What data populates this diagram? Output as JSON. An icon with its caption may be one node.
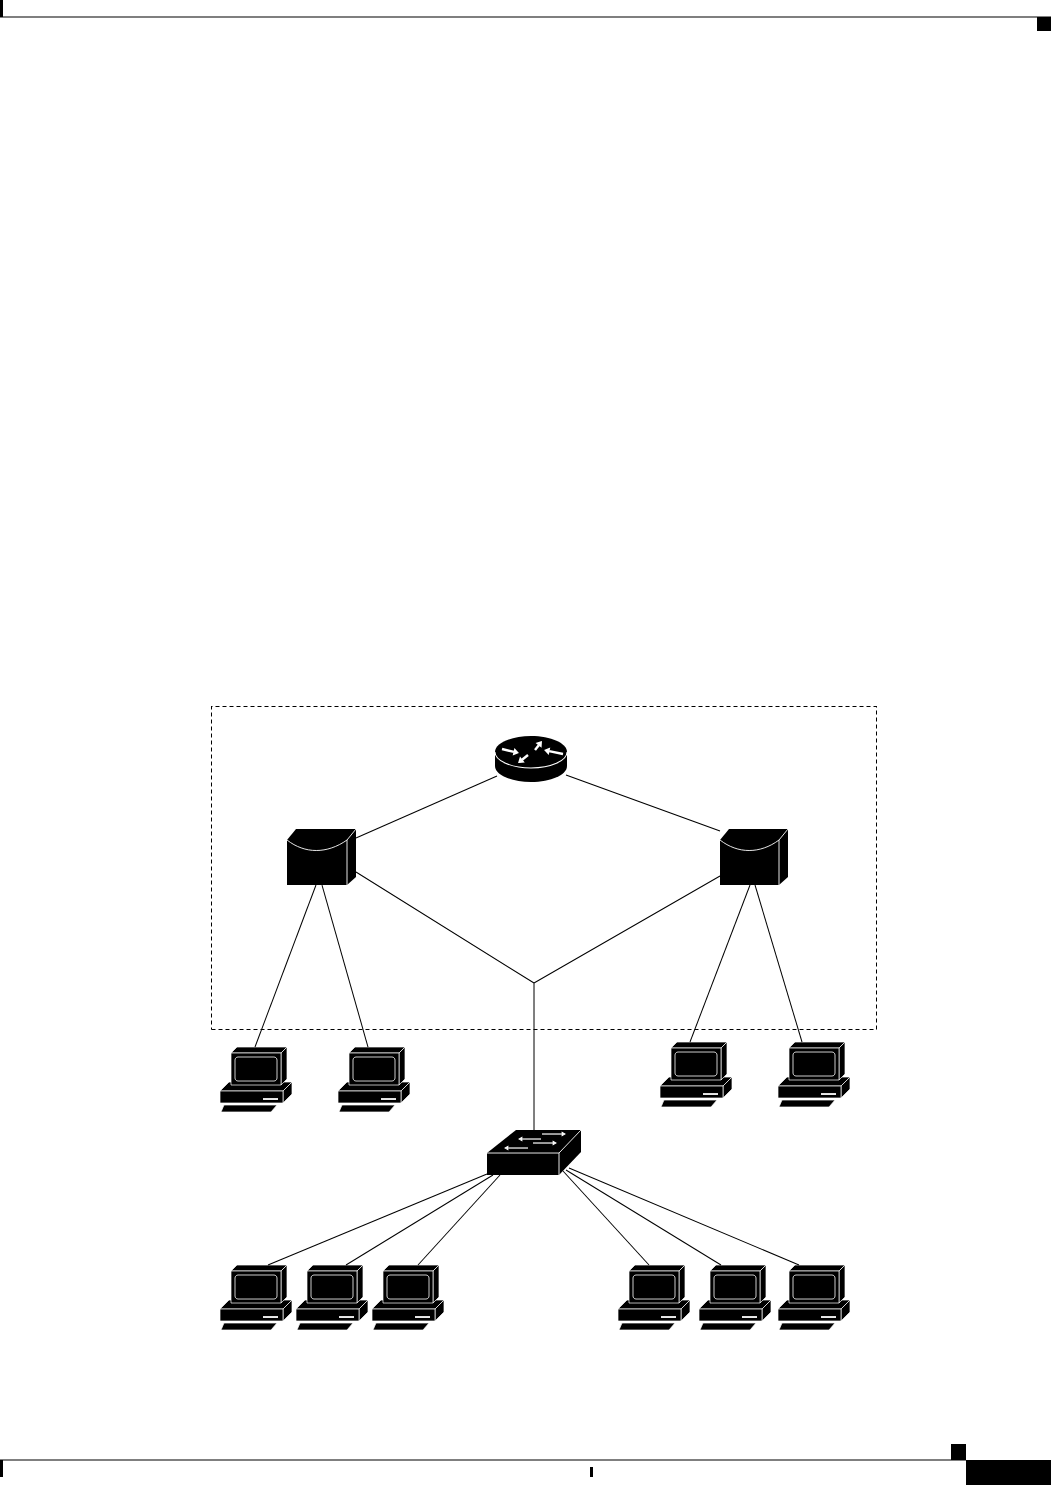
{
  "diagram": {
    "nodes": [
      {
        "text": [],
        "shape": "box"
      },
      {
        "text": [],
        "shape": "picture",
        "in": 0
      },
      {
        "text": [],
        "shape": "picture",
        "in": 0
      },
      {
        "text": [],
        "shape": "picture",
        "in": 0
      },
      {
        "text": [],
        "shape": "picture"
      },
      {
        "text": [],
        "shape": "picture"
      },
      {
        "text": [],
        "shape": "picture"
      },
      {
        "text": [],
        "shape": "picture"
      },
      {
        "text": [],
        "shape": "picture"
      },
      {
        "text": [],
        "shape": "picture"
      },
      {
        "text": [],
        "shape": "picture"
      },
      {
        "text": [],
        "shape": "picture"
      },
      {
        "text": [],
        "shape": "picture"
      },
      {
        "text": [],
        "shape": "picture"
      },
      {
        "text": [],
        "shape": "picture"
      }
    ],
    "edges": [
      {
        "from": 1,
        "to": 2,
        "arrow": "none"
      },
      {
        "from": 1,
        "to": 3,
        "arrow": "none"
      },
      {
        "from": 2,
        "to": 4,
        "arrow": "none"
      },
      {
        "from": 2,
        "to": 5,
        "arrow": "none"
      },
      {
        "from": 3,
        "to": 6,
        "arrow": "none"
      },
      {
        "from": 3,
        "to": 7,
        "arrow": "none"
      },
      {
        "from": 2,
        "to": 8,
        "arrow": "none"
      },
      {
        "from": 3,
        "to": 8,
        "arrow": "none"
      },
      {
        "from": 8,
        "to": 9,
        "arrow": "none"
      },
      {
        "from": 8,
        "to": 10,
        "arrow": "none"
      },
      {
        "from": 8,
        "to": 11,
        "arrow": "none"
      },
      {
        "from": 8,
        "to": 12,
        "arrow": "none"
      },
      {
        "from": 8,
        "to": 13,
        "arrow": "none"
      },
      {
        "from": 8,
        "to": 14,
        "arrow": "none"
      }
    ]
  }
}
